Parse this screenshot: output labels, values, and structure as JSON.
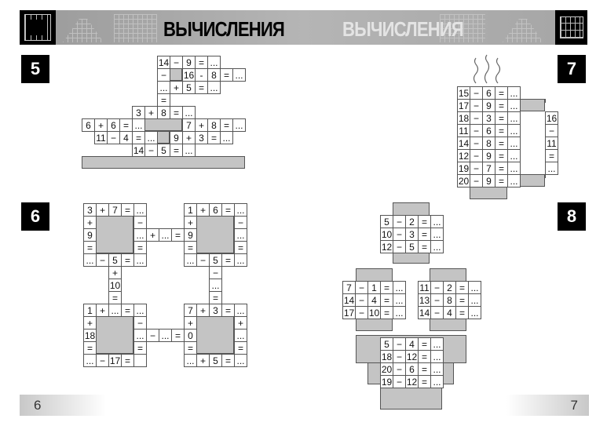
{
  "header": {
    "title": "ВЫЧИСЛЕНИЯ",
    "title_echo": "ВЫЧИСЛЕНИЯ"
  },
  "badges": [
    "5",
    "7",
    "6",
    "8"
  ],
  "footer": {
    "left_page": "6",
    "right_page": "7"
  },
  "colors": {
    "gray_block": "#c4c4c4",
    "badge": "#000000",
    "header": "#a8a8a8"
  },
  "puzzles": {
    "p5": [
      [
        "14",
        "−",
        "9",
        "=",
        "..."
      ],
      [
        "−"
      ],
      [
        "16",
        "-",
        "8",
        "=",
        "..."
      ],
      [
        "...",
        "+",
        "5",
        "=",
        "..."
      ],
      [
        "="
      ],
      [
        "3",
        "+",
        "8",
        "=",
        "..."
      ],
      [
        "6",
        "+",
        "6",
        "=",
        "..."
      ],
      [
        "7",
        "+",
        "8",
        "=",
        "..."
      ],
      [
        "11",
        "−",
        "4",
        "=",
        "..."
      ],
      [
        "9",
        "+",
        "3",
        "=",
        "..."
      ],
      [
        "14",
        "−",
        "5",
        "=",
        "..."
      ]
    ],
    "p7": [
      [
        "15",
        "−",
        "6",
        "=",
        "..."
      ],
      [
        "17",
        "−",
        "9",
        "=",
        "..."
      ],
      [
        "18",
        "−",
        "3",
        "=",
        "..."
      ],
      [
        "11",
        "−",
        "6",
        "=",
        "..."
      ],
      [
        "14",
        "−",
        "8",
        "=",
        "..."
      ],
      [
        "12",
        "−",
        "9",
        "=",
        "..."
      ],
      [
        "19",
        "−",
        "7",
        "=",
        "..."
      ],
      [
        "20",
        "−",
        "9",
        "=",
        "..."
      ],
      [
        "16"
      ],
      [
        "−"
      ],
      [
        "11"
      ],
      [
        "="
      ],
      [
        "..."
      ]
    ],
    "p6": [
      [
        "3",
        "+",
        "7",
        "=",
        "..."
      ],
      [
        "+"
      ],
      [
        "9"
      ],
      [
        "="
      ],
      [
        "...",
        "−",
        "5",
        "=",
        "..."
      ],
      [
        "−"
      ],
      [
        "...",
        "+",
        "...",
        "=",
        "9"
      ],
      [
        "="
      ],
      [
        "1",
        "+",
        "6",
        "=",
        "..."
      ],
      [
        "+"
      ],
      [
        "="
      ],
      [
        "...",
        "−",
        "5",
        "=",
        "..."
      ],
      [
        "−"
      ],
      [
        "..."
      ],
      [
        "="
      ],
      [
        "+"
      ],
      [
        "10"
      ],
      [
        "="
      ],
      [
        "−"
      ],
      [
        "..."
      ],
      [
        "="
      ],
      [
        "1",
        "+",
        "...",
        "=",
        "..."
      ],
      [
        "+"
      ],
      [
        "18"
      ],
      [
        "="
      ],
      [
        "...",
        "−",
        "17",
        "=",
        ""
      ],
      [
        "−"
      ],
      [
        "...",
        "−",
        "...",
        "=",
        "0"
      ],
      [
        "="
      ],
      [
        "7",
        "+",
        "3",
        "=",
        "..."
      ],
      [
        "+"
      ],
      [
        "="
      ],
      [
        "...",
        "+",
        "5",
        "=",
        "..."
      ],
      [
        "+"
      ],
      [
        "..."
      ],
      [
        "="
      ]
    ],
    "p8": [
      [
        "5",
        "−",
        "2",
        "=",
        "..."
      ],
      [
        "10",
        "−",
        "3",
        "=",
        "..."
      ],
      [
        "12",
        "−",
        "5",
        "=",
        "..."
      ],
      [
        "7",
        "−",
        "1",
        "=",
        "..."
      ],
      [
        "14",
        "−",
        "4",
        "=",
        "..."
      ],
      [
        "17",
        "−",
        "10",
        "=",
        "..."
      ],
      [
        "11",
        "−",
        "2",
        "=",
        "..."
      ],
      [
        "13",
        "−",
        "8",
        "=",
        "..."
      ],
      [
        "14",
        "−",
        "4",
        "=",
        "..."
      ],
      [
        "5",
        "−",
        "4",
        "=",
        "..."
      ],
      [
        "18",
        "−",
        "12",
        "=",
        "..."
      ],
      [
        "20",
        "−",
        "6",
        "=",
        "..."
      ],
      [
        "19",
        "−",
        "12",
        "=",
        "..."
      ]
    ]
  }
}
